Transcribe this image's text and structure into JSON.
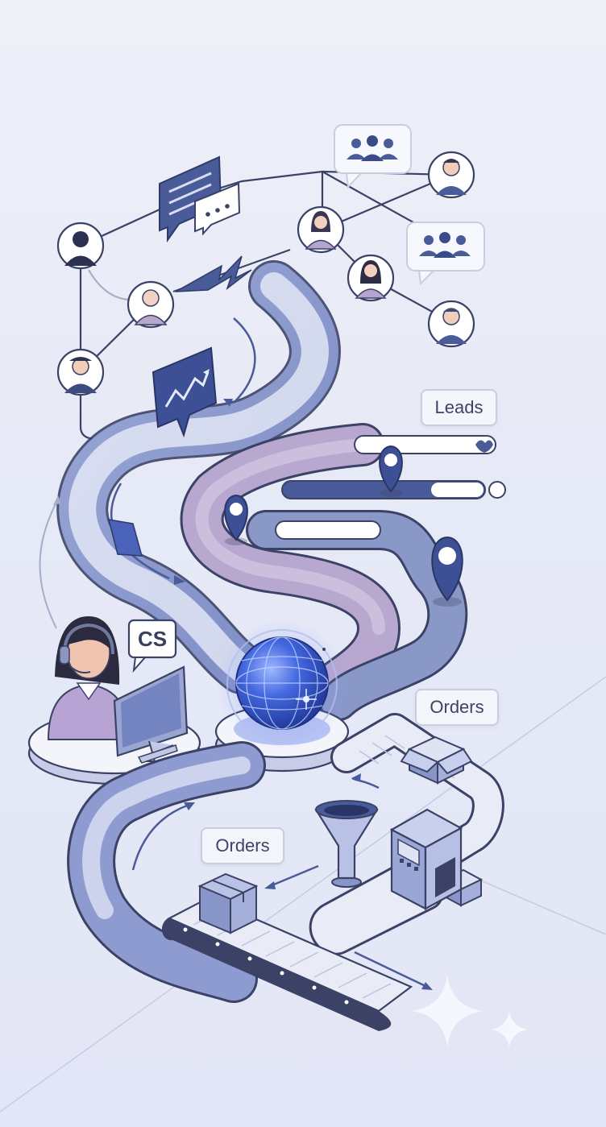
{
  "labels": {
    "leads": "Leads",
    "orders_top": "Orders",
    "orders_bottom": "Orders",
    "cs_badge": "CS"
  },
  "colors": {
    "background": "#e8eaf6",
    "line": "#3b4266",
    "road_blue": "#8a98c8",
    "road_purple": "#b8a7cf",
    "accent_blue": "#4a63b8",
    "globe": "#3d5bd6"
  },
  "icons": [
    "team-chat-icon",
    "message-bubble-icon",
    "typing-bubble-icon",
    "lightning-icon",
    "analytics-chart-icon",
    "map-pin-icon",
    "globe-icon",
    "support-agent-icon",
    "monitor-icon",
    "funnel-icon",
    "package-box-icon",
    "conveyor-belt-icon",
    "machine-icon",
    "sparkle-icon"
  ]
}
